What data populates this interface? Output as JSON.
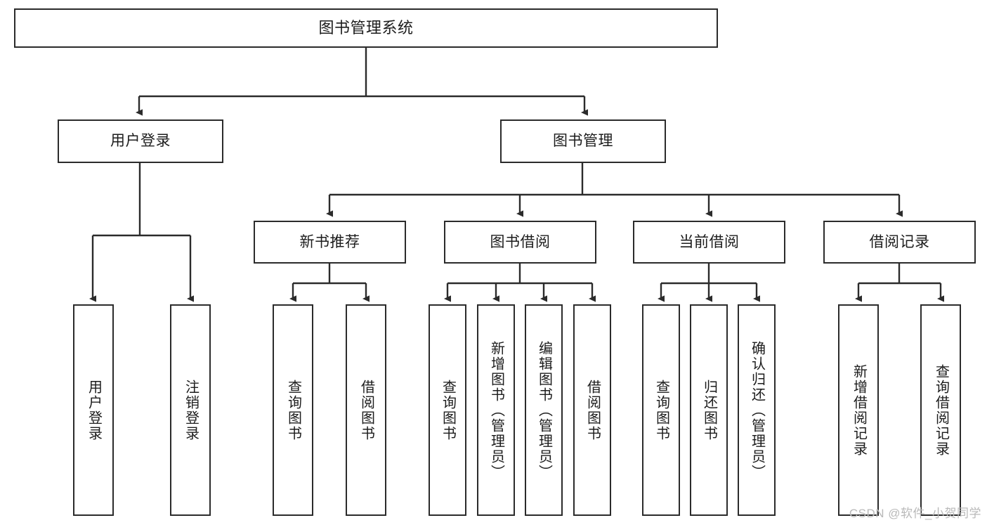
{
  "diagram": {
    "title": "图书管理系统",
    "type": "tree-hierarchy-chart",
    "line_color": "#2b2b2b",
    "box_fill": "#ffffff",
    "text_color": "#1c1c1c"
  },
  "nodes": {
    "root": {
      "label": "图书管理系统"
    },
    "level2": [
      {
        "label": "用户登录"
      },
      {
        "label": "图书管理"
      }
    ],
    "level3": [
      {
        "label": "新书推荐"
      },
      {
        "label": "图书借阅"
      },
      {
        "label": "当前借阅"
      },
      {
        "label": "借阅记录"
      }
    ],
    "leaves_login": [
      {
        "label": "用户登录"
      },
      {
        "label": "注销登录"
      }
    ],
    "leaves_newbook": [
      {
        "label": "查询图书"
      },
      {
        "label": "借阅图书"
      }
    ],
    "leaves_borrow": [
      {
        "label": "查询图书"
      },
      {
        "label": "新增图书（管理员）"
      },
      {
        "label": "编辑图书（管理员）"
      },
      {
        "label": "借阅图书"
      }
    ],
    "leaves_current": [
      {
        "label": "查询图书"
      },
      {
        "label": "归还图书"
      },
      {
        "label": "确认归还（管理员）"
      }
    ],
    "leaves_record": [
      {
        "label": "新增借阅记录"
      },
      {
        "label": "查询借阅记录"
      }
    ]
  },
  "watermark": {
    "text": "CSDN @软件_小贺同学"
  }
}
